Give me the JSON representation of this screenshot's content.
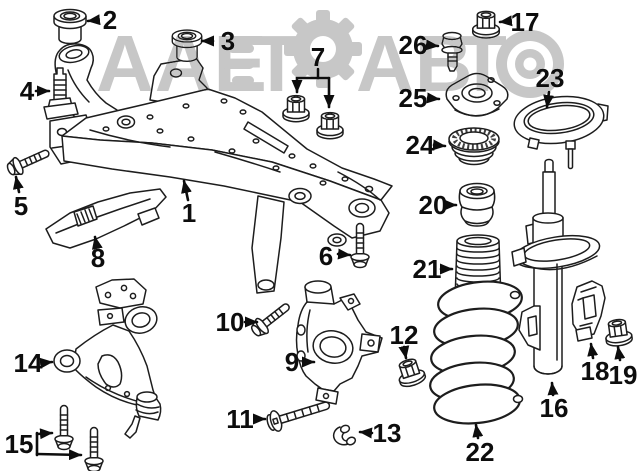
{
  "watermark": {
    "left_text": "AAE",
    "t1": "T",
    "mid_text": "AB",
    "t2": "T",
    "color": "#c7c7c7",
    "icons": [
      "speed-lines",
      "gear-icon",
      "bullseye-icon"
    ]
  },
  "colors": {
    "background": "#ffffff",
    "line_art": "#1d1d1d",
    "labels": "#0d0d0d"
  },
  "parts": [
    {
      "num": "1"
    },
    {
      "num": "2"
    },
    {
      "num": "3"
    },
    {
      "num": "4"
    },
    {
      "num": "5"
    },
    {
      "num": "6"
    },
    {
      "num": "7"
    },
    {
      "num": "8"
    },
    {
      "num": "9"
    },
    {
      "num": "10"
    },
    {
      "num": "11"
    },
    {
      "num": "12"
    },
    {
      "num": "13"
    },
    {
      "num": "14"
    },
    {
      "num": "15"
    },
    {
      "num": "16"
    },
    {
      "num": "17"
    },
    {
      "num": "18"
    },
    {
      "num": "19"
    },
    {
      "num": "20"
    },
    {
      "num": "21"
    },
    {
      "num": "22"
    },
    {
      "num": "23"
    },
    {
      "num": "24"
    },
    {
      "num": "25"
    },
    {
      "num": "26"
    }
  ]
}
